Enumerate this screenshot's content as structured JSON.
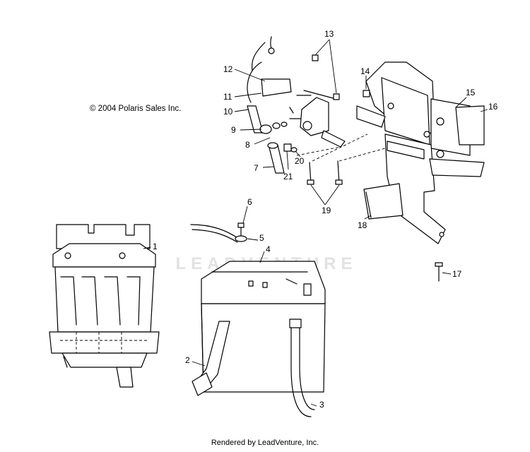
{
  "copyright": "© 2004 Polaris Sales Inc.",
  "footer": "Rendered by LeadVenture, Inc.",
  "watermark": "LEADVENTURE",
  "callouts": {
    "c1": "1",
    "c2": "2",
    "c3": "3",
    "c4": "4",
    "c5": "5",
    "c6": "6",
    "c7": "7",
    "c8": "8",
    "c9": "9",
    "c10": "10",
    "c11": "11",
    "c12": "12",
    "c13": "13",
    "c14": "14",
    "c15": "15",
    "c16": "16",
    "c17": "17",
    "c18": "18",
    "c19": "19",
    "c20": "20",
    "c21": "21"
  }
}
